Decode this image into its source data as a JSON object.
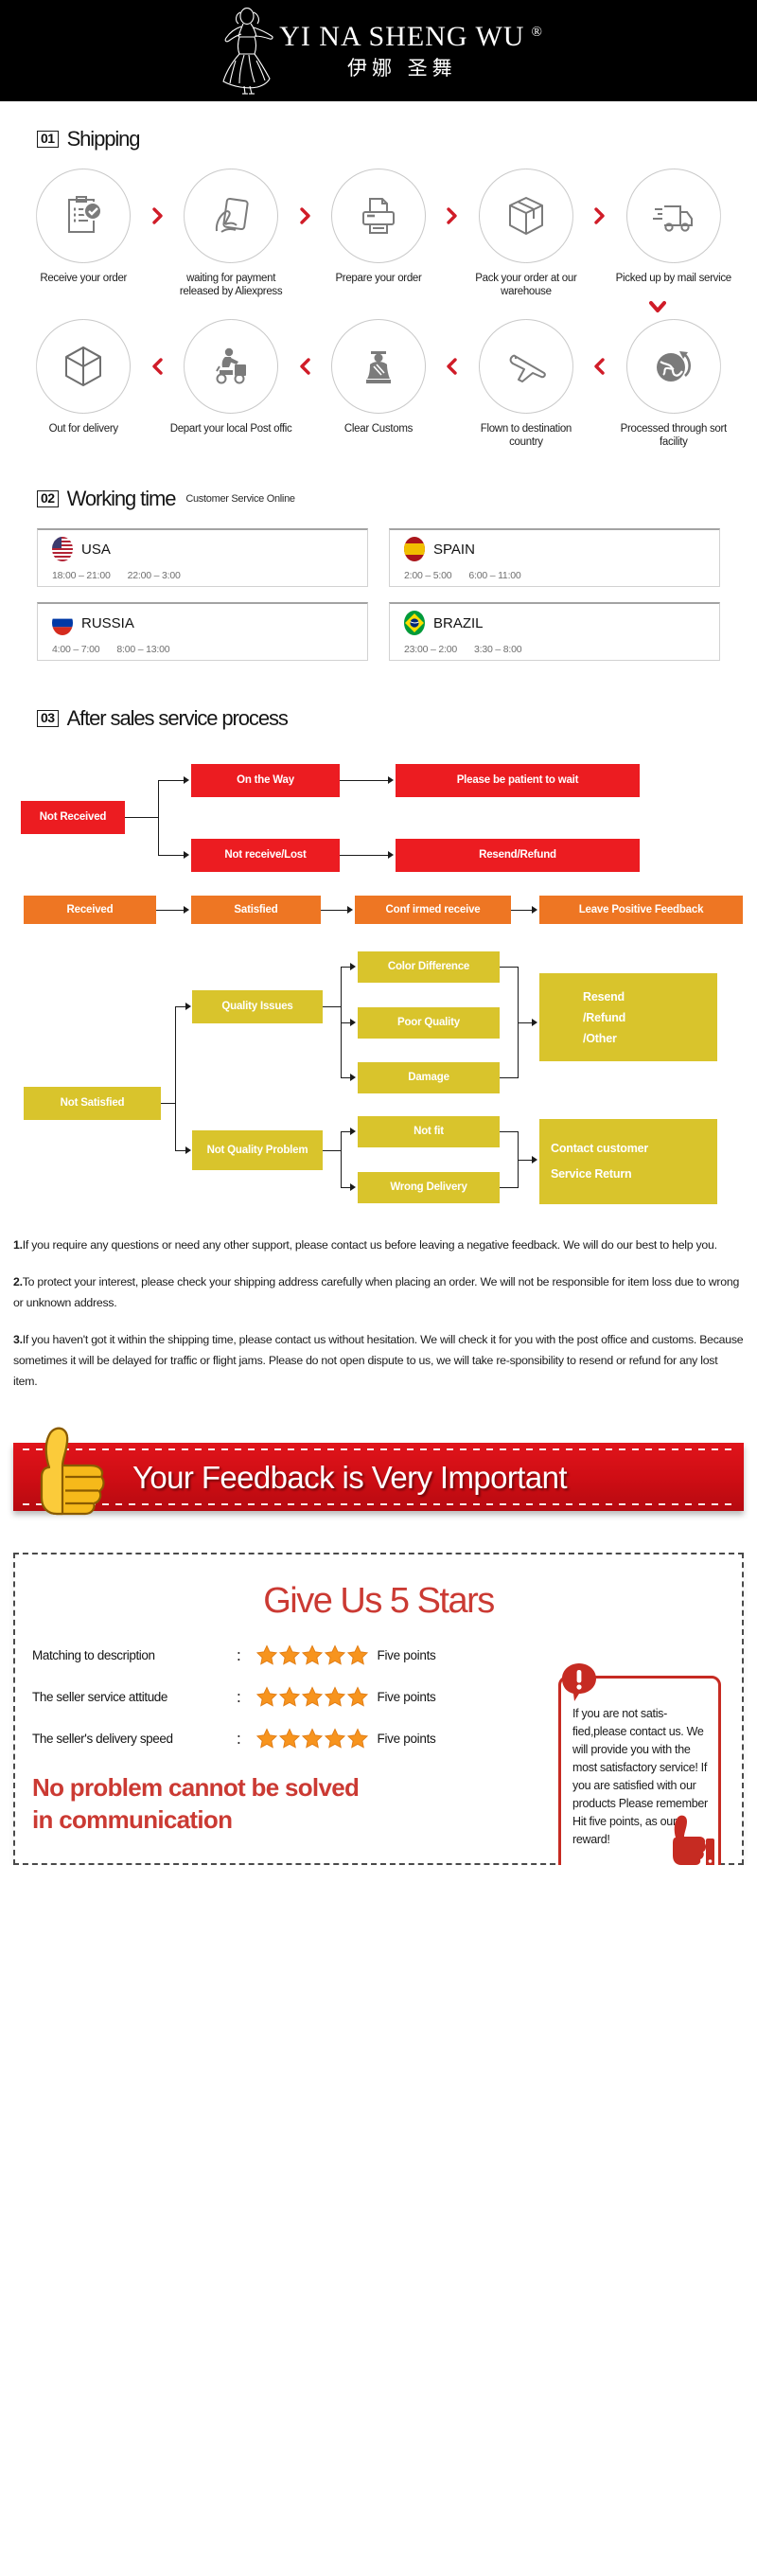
{
  "header": {
    "brand_en": "YI NA SHENG WU",
    "brand_cn": "伊娜 圣舞",
    "registered_mark": "®",
    "logo_icon": "dancer-logo-icon"
  },
  "shipping": {
    "number": "01",
    "title": "Shipping",
    "row1": [
      {
        "icon": "clipboard-check-icon",
        "label": "Receive your order"
      },
      {
        "icon": "hand-card-icon",
        "label": "waiting for payment released by Aliexpress"
      },
      {
        "icon": "printer-icon",
        "label": "Prepare your order"
      },
      {
        "icon": "box-icon",
        "label": "Pack your order at our warehouse"
      },
      {
        "icon": "truck-icon",
        "label": "Picked up by mail service"
      }
    ],
    "row2": [
      {
        "icon": "open-box-icon",
        "label": "Out for delivery"
      },
      {
        "icon": "scooter-courier-icon",
        "label": "Depart your local Post offic"
      },
      {
        "icon": "customs-officer-icon",
        "label": "Clear Customs"
      },
      {
        "icon": "airplane-icon",
        "label": "Flown to destination country"
      },
      {
        "icon": "globe-arrow-icon",
        "label": "Processed through sort facility"
      }
    ],
    "arrow_color": "#D01C28"
  },
  "worktime": {
    "number": "02",
    "title": "Working time",
    "subtitle": "Customer Service Online",
    "cards": [
      {
        "flag": "flag-usa-icon",
        "country": "USA",
        "hours": [
          "18:00 – 21:00",
          "22:00 – 3:00"
        ]
      },
      {
        "flag": "flag-spain-icon",
        "country": "SPAIN",
        "hours": [
          "2:00 – 5:00",
          "6:00 – 11:00"
        ]
      },
      {
        "flag": "flag-russia-icon",
        "country": "RUSSIA",
        "hours": [
          "4:00 – 7:00",
          "8:00 – 13:00"
        ]
      },
      {
        "flag": "flag-brazil-icon",
        "country": "BRAZIL",
        "hours": [
          "23:00 – 2:00",
          "3:30 – 8:00"
        ]
      }
    ]
  },
  "aftersales": {
    "number": "03",
    "title": "After sales service process",
    "colors": {
      "red": "#EC1C21",
      "orange": "#EE7623",
      "yellow": "#D9C42C"
    },
    "boxes": {
      "not_received": "Not Received",
      "on_the_way": "On the Way",
      "please_wait": "Please be patient to wait",
      "not_receive_lost": "Not receive/Lost",
      "resend_refund": "Resend/Refund",
      "received": "Received",
      "satisfied": "Satisfied",
      "confirmed_receive": "Conf irmed receive",
      "leave_positive_feedback": "Leave Positive Feedback",
      "not_satisfied": "Not Satisfied",
      "quality_issues": "Quality Issues",
      "color_difference": "Color Difference",
      "poor_quality": "Poor Quality",
      "damage": "Damage",
      "resend_refund_other": "Resend\n/Refund\n/Other",
      "not_quality_problem": "Not Quality Problem",
      "not_fit": "Not fit",
      "wrong_delivery": "Wrong Delivery",
      "contact_customer_service_return": "Contact customer Service Return"
    }
  },
  "notes": [
    {
      "num": "1.",
      "text": "If you require any questions or need any other support, please contact us before leaving a negative feedback. We will do our best to help you."
    },
    {
      "num": "2.",
      "text": "To protect your interest, please check your shipping address carefully when placing an order. We will not be responsible for item loss due to wrong or unknown address."
    },
    {
      "num": "3.",
      "text": "If you haven't got it within the shipping time, please contact us without hesitation. We will check it for you with the post office and customs. Because sometimes it will be delayed for traffic or flight jams. Please do not open dispute to us, we will take re-sponsibility to resend or refund for any lost item."
    }
  ],
  "feedback_banner": {
    "text": "Your Feedback is Very Important",
    "icon": "thumbs-up-icon",
    "bar_color": "#CF0D14"
  },
  "stars_panel": {
    "title": "Give Us 5 Stars",
    "title_color": "#CB3A33",
    "rows": [
      {
        "label": "Matching to description",
        "colon": "：",
        "stars": 5,
        "points": "Five points"
      },
      {
        "label": "The seller service attitude",
        "colon": "：",
        "stars": 5,
        "points": "Five points"
      },
      {
        "label": "The seller's delivery speed",
        "colon": "：",
        "stars": 5,
        "points": "Five points"
      }
    ],
    "slogan": "No problem cannot be solved in communication",
    "side_note": "If you are not satis-fied,please contact us. We will provide you with the most satisfactory service!\nIf you are satisfied with our products\nPlease remember Hit five points, as our reward!",
    "side_note_icon": "exclamation-icon",
    "side_thumb_icon": "thumbs-up-red-icon"
  }
}
